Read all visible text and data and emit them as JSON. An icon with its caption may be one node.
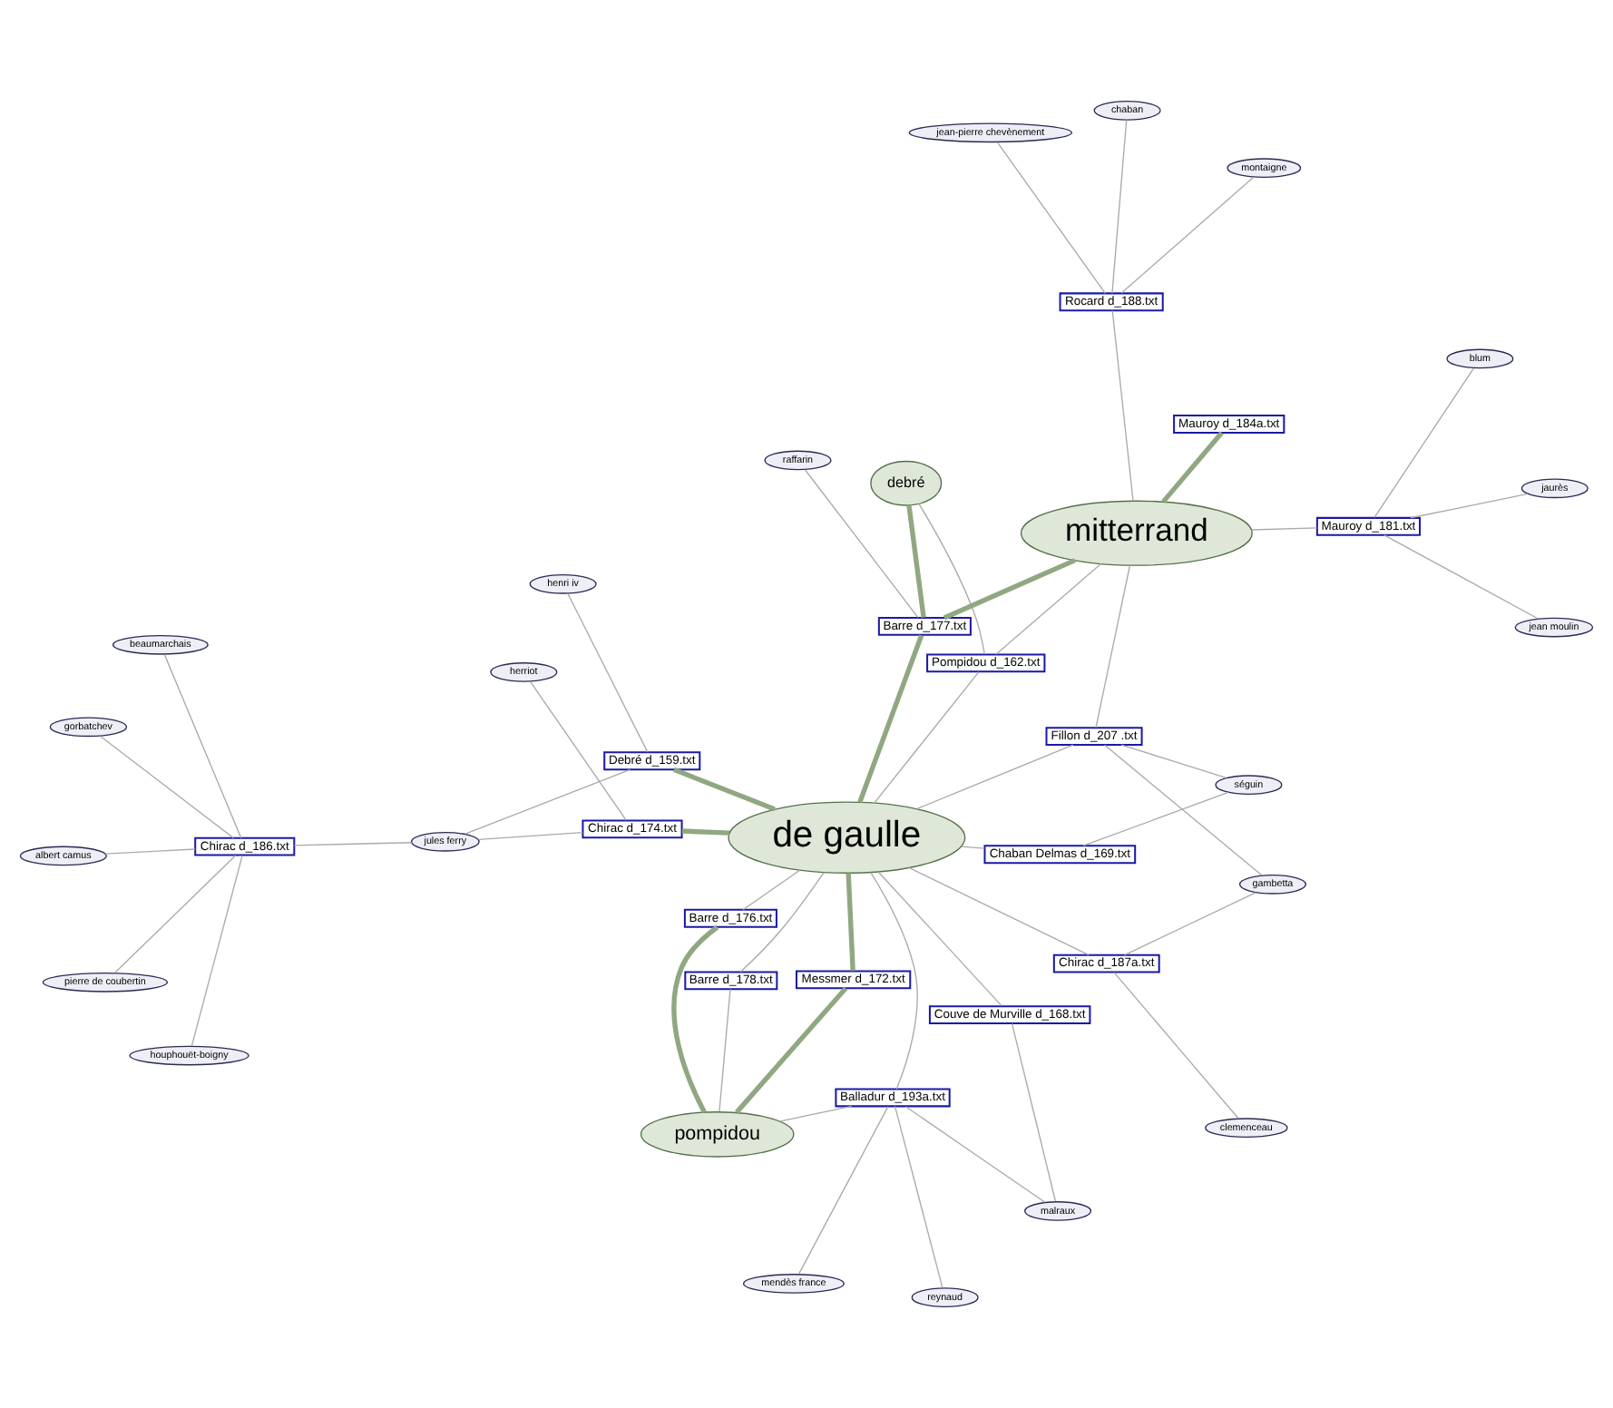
{
  "diagram": {
    "nodes": [
      {
        "text": [
          "Barre d_178.txt"
        ]
      },
      {
        "text": [
          "Balladur d_193a.txt"
        ]
      },
      {
        "text": [
          "reynaud"
        ]
      },
      {
        "text": [
          "mendès france"
        ]
      },
      {
        "text": [
          "séguin"
        ]
      },
      {
        "text": [
          "Chaban Delmas d_169.txt"
        ]
      },
      {
        "text": [
          "Fillon d_207 .txt"
        ]
      },
      {
        "text": [
          "pompidou"
        ]
      },
      {
        "text": [
          "Messmer d_172.txt"
        ]
      },
      {
        "text": [
          "gambetta"
        ]
      },
      {
        "text": [
          "malraux"
        ]
      },
      {
        "text": [
          "Barre d_176.txt"
        ]
      },
      {
        "text": [
          "Chirac d_187a.txt"
        ]
      },
      {
        "text": [
          "de gaulle"
        ]
      },
      {
        "text": [
          "clemenceau"
        ]
      },
      {
        "text": [
          "Couve de Murville d_168.txt"
        ]
      },
      {
        "text": [
          "Chirac d_174.txt"
        ]
      },
      {
        "text": [
          "herriot"
        ]
      },
      {
        "text": [
          "Pompidou d_162.txt"
        ]
      },
      {
        "text": [
          "raffarin"
        ]
      },
      {
        "text": [
          "Debré d_159.txt"
        ]
      },
      {
        "text": [
          "jules ferry"
        ]
      },
      {
        "text": [
          "Barre d_177.txt"
        ]
      },
      {
        "text": [
          "henri iv"
        ]
      },
      {
        "text": [
          "debré"
        ]
      },
      {
        "text": [
          "mitterrand"
        ]
      },
      {
        "text": [
          "Mauroy d_181.txt"
        ]
      },
      {
        "text": [
          "Mauroy d_184a.txt"
        ]
      },
      {
        "text": [
          "jean moulin"
        ]
      },
      {
        "text": [
          "jaurès"
        ]
      },
      {
        "text": [
          "blum"
        ]
      },
      {
        "text": [
          "Chirac d_186.txt"
        ]
      },
      {
        "text": [
          "pierre de coubertin"
        ]
      },
      {
        "text": [
          "gorbatchev"
        ]
      },
      {
        "text": [
          "Rocard d_188.txt"
        ]
      },
      {
        "text": [
          "houphouët-boigny"
        ]
      },
      {
        "text": [
          "montaigne"
        ]
      },
      {
        "text": [
          "beaumarchais"
        ]
      },
      {
        "text": [
          "albert camus"
        ]
      },
      {
        "text": [
          "jean-pierre chevènement"
        ]
      },
      {
        "text": [
          "chaban"
        ]
      }
    ],
    "edges": [
      {
        "from": 0,
        "to": 13,
        "arrow": "none"
      },
      {
        "from": 0,
        "to": 7,
        "arrow": "none"
      },
      {
        "from": 1,
        "to": 2,
        "arrow": "none"
      },
      {
        "from": 1,
        "to": 3,
        "arrow": "none"
      },
      {
        "from": 1,
        "to": 7,
        "arrow": "none"
      },
      {
        "from": 1,
        "to": 13,
        "arrow": "none"
      },
      {
        "from": 1,
        "to": 10,
        "arrow": "none"
      },
      {
        "from": 5,
        "to": 13,
        "arrow": "none"
      },
      {
        "from": 5,
        "to": 4,
        "arrow": "none"
      },
      {
        "from": 6,
        "to": 4,
        "arrow": "none"
      },
      {
        "from": 6,
        "to": 9,
        "arrow": "none"
      },
      {
        "from": 6,
        "to": 13,
        "arrow": "none"
      },
      {
        "from": 6,
        "to": 25,
        "arrow": "none"
      },
      {
        "from": 8,
        "to": 7,
        "arrow": "none",
        "style": "thick",
        "color": "#8fa882"
      },
      {
        "from": 8,
        "to": 13,
        "arrow": "none",
        "style": "thick",
        "color": "#8fa882"
      },
      {
        "from": 11,
        "to": 7,
        "arrow": "none",
        "style": "thick",
        "color": "#8fa882"
      },
      {
        "from": 11,
        "to": 13,
        "arrow": "none"
      },
      {
        "from": 12,
        "to": 13,
        "arrow": "none"
      },
      {
        "from": 12,
        "to": 14,
        "arrow": "none"
      },
      {
        "from": 12,
        "to": 9,
        "arrow": "none"
      },
      {
        "from": 15,
        "to": 10,
        "arrow": "none"
      },
      {
        "from": 15,
        "to": 13,
        "arrow": "none"
      },
      {
        "from": 16,
        "to": 13,
        "arrow": "none",
        "style": "thick",
        "color": "#8fa882"
      },
      {
        "from": 16,
        "to": 17,
        "arrow": "none"
      },
      {
        "from": 16,
        "to": 21,
        "arrow": "none"
      },
      {
        "from": 18,
        "to": 13,
        "arrow": "none"
      },
      {
        "from": 18,
        "to": 24,
        "arrow": "none"
      },
      {
        "from": 18,
        "to": 25,
        "arrow": "none"
      },
      {
        "from": 20,
        "to": 13,
        "arrow": "none",
        "style": "thick",
        "color": "#8fa882"
      },
      {
        "from": 20,
        "to": 23,
        "arrow": "none"
      },
      {
        "from": 20,
        "to": 21,
        "arrow": "none"
      },
      {
        "from": 22,
        "to": 13,
        "arrow": "none",
        "style": "thick",
        "color": "#8fa882"
      },
      {
        "from": 22,
        "to": 25,
        "arrow": "none",
        "style": "thick",
        "color": "#8fa882"
      },
      {
        "from": 22,
        "to": 19,
        "arrow": "none"
      },
      {
        "from": 22,
        "to": 24,
        "arrow": "none",
        "style": "thick",
        "color": "#8fa882"
      },
      {
        "from": 26,
        "to": 25,
        "arrow": "none"
      },
      {
        "from": 26,
        "to": 28,
        "arrow": "none"
      },
      {
        "from": 26,
        "to": 29,
        "arrow": "none"
      },
      {
        "from": 26,
        "to": 30,
        "arrow": "none"
      },
      {
        "from": 27,
        "to": 25,
        "arrow": "none",
        "style": "thick",
        "color": "#8fa882"
      },
      {
        "from": 31,
        "to": 32,
        "arrow": "none"
      },
      {
        "from": 31,
        "to": 35,
        "arrow": "none"
      },
      {
        "from": 31,
        "to": 37,
        "arrow": "none"
      },
      {
        "from": 31,
        "to": 38,
        "arrow": "none"
      },
      {
        "from": 31,
        "to": 33,
        "arrow": "none"
      },
      {
        "from": 31,
        "to": 21,
        "arrow": "none"
      },
      {
        "from": 34,
        "to": 25,
        "arrow": "none"
      },
      {
        "from": 34,
        "to": 39,
        "arrow": "none"
      },
      {
        "from": 34,
        "to": 40,
        "arrow": "none"
      },
      {
        "from": 34,
        "to": 36,
        "arrow": "none"
      }
    ]
  }
}
